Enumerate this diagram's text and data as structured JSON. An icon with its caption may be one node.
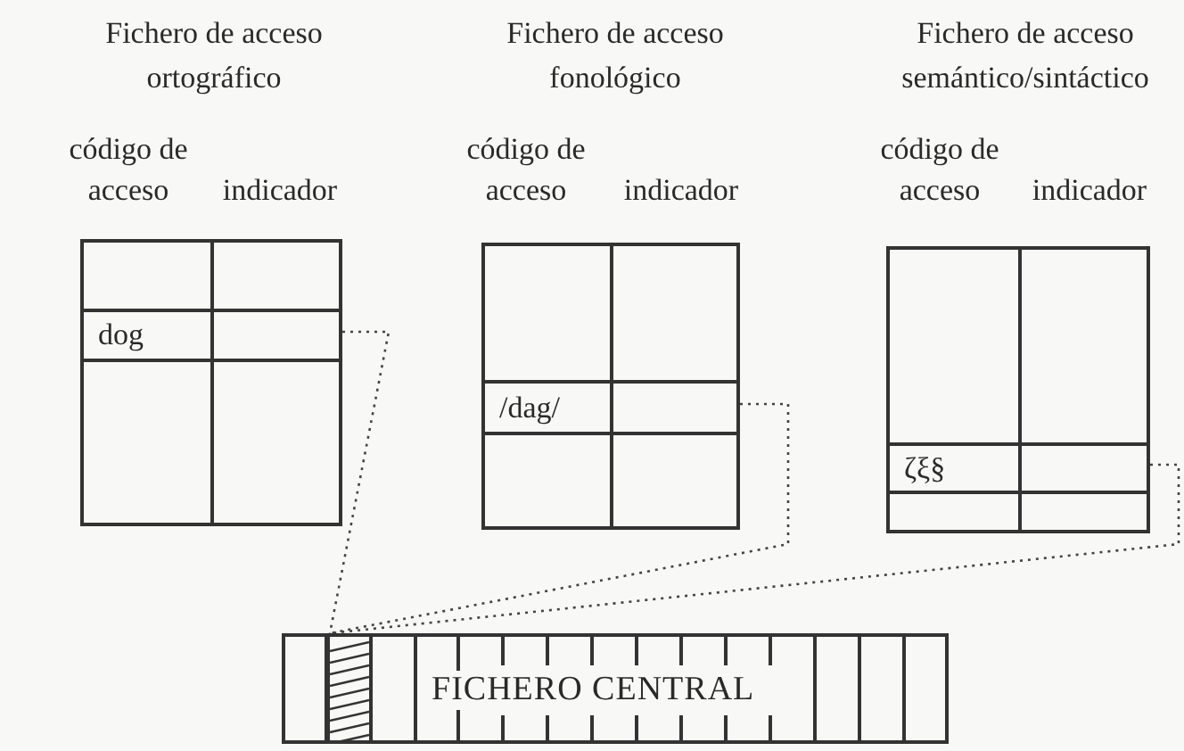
{
  "diagram": {
    "nodes": [
      {
        "text": [
          "Fichero de acceso ortográfico",
          "código de acceso",
          "indicador"
        ]
      },
      {
        "text": [
          "dog"
        ],
        "in": 0
      },
      {
        "text": [
          "Fichero de acceso fonológico",
          "código de acceso",
          "indicador"
        ]
      },
      {
        "text": [
          "/dag/"
        ],
        "in": 2
      },
      {
        "text": [
          "Fichero de acceso semántico/sintáctico",
          "código de acceso",
          "indicador"
        ]
      },
      {
        "text": [
          "ζξ§"
        ],
        "in": 4
      },
      {
        "text": [
          "FICHERO CENTRAL"
        ]
      },
      {
        "text": [],
        "shape": "bar",
        "in": 6
      }
    ],
    "edges": [
      {
        "from": 1,
        "to": 7,
        "arrow": "none",
        "style": "dashed"
      },
      {
        "from": 3,
        "to": 7,
        "arrow": "none",
        "style": "dashed"
      },
      {
        "from": 5,
        "to": 7,
        "arrow": "none",
        "style": "dashed"
      }
    ]
  }
}
